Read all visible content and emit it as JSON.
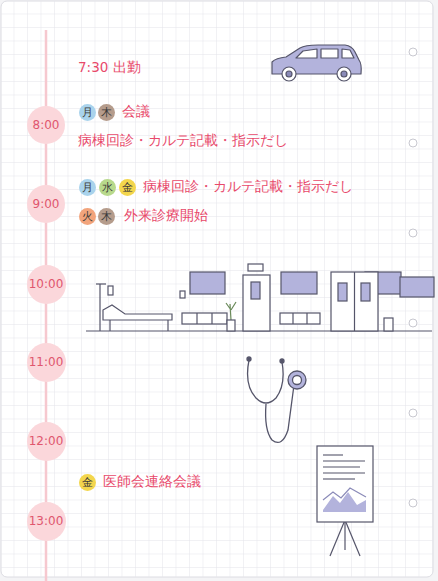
{
  "diagram": {
    "nodes": [
      {
        "text": [
          "月"
        ]
      },
      {
        "text": [
          "木"
        ]
      },
      {
        "text": [
          "8:00"
        ]
      },
      {
        "text": [
          "月"
        ]
      },
      {
        "text": [
          "水"
        ]
      },
      {
        "text": [
          "金"
        ]
      },
      {
        "text": [
          "9:00"
        ]
      },
      {
        "text": [
          "火"
        ]
      },
      {
        "text": [
          "木"
        ]
      },
      {
        "text": [
          "10:00"
        ]
      },
      {
        "text": [
          "11:00"
        ]
      },
      {
        "text": [
          "12:00"
        ]
      },
      {
        "text": [
          "金"
        ]
      },
      {
        "text": [
          "13:00"
        ]
      }
    ],
    "labels": [
      "7:30 出勤",
      "会議",
      "病棟回診・カルテ記載・指示だし",
      "病棟回診・カルテ記載・指示だし",
      "外来診療開始",
      "医師会連絡会議"
    ]
  }
}
